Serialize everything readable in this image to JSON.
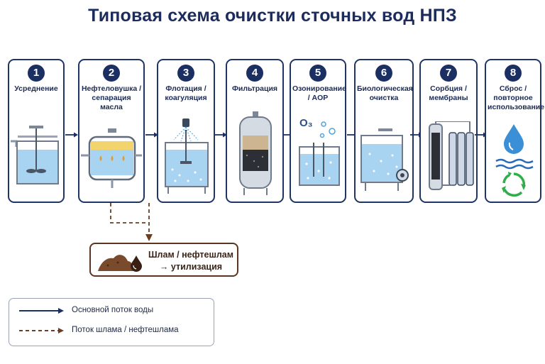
{
  "title": "Типовая схема очистки сточных вод НПЗ",
  "stages": [
    {
      "num": "1",
      "label": "Усреднение"
    },
    {
      "num": "2",
      "label": "Нефтеловушка / сепарация масла"
    },
    {
      "num": "3",
      "label": "Флотация / коагуляция"
    },
    {
      "num": "4",
      "label": "Фильтрация"
    },
    {
      "num": "5",
      "label": "Озонирование / AOP",
      "symbol": "O₃"
    },
    {
      "num": "6",
      "label": "Биологическая очистка"
    },
    {
      "num": "7",
      "label": "Сорбция / мембраны"
    },
    {
      "num": "8",
      "label": "Сброс / повторное использование"
    }
  ],
  "sludge": {
    "label_line1": "Шлам / нефтешлам",
    "label_line2": "→ утилизация"
  },
  "legend": {
    "main_flow": "Основной поток воды",
    "sludge_flow": "Поток шлама / нефтешлама"
  },
  "colors": {
    "navy": "#1b2f63",
    "water": "#a9d4f1",
    "sludge": "#7a4a2c",
    "recycle": "#2fae4a"
  }
}
